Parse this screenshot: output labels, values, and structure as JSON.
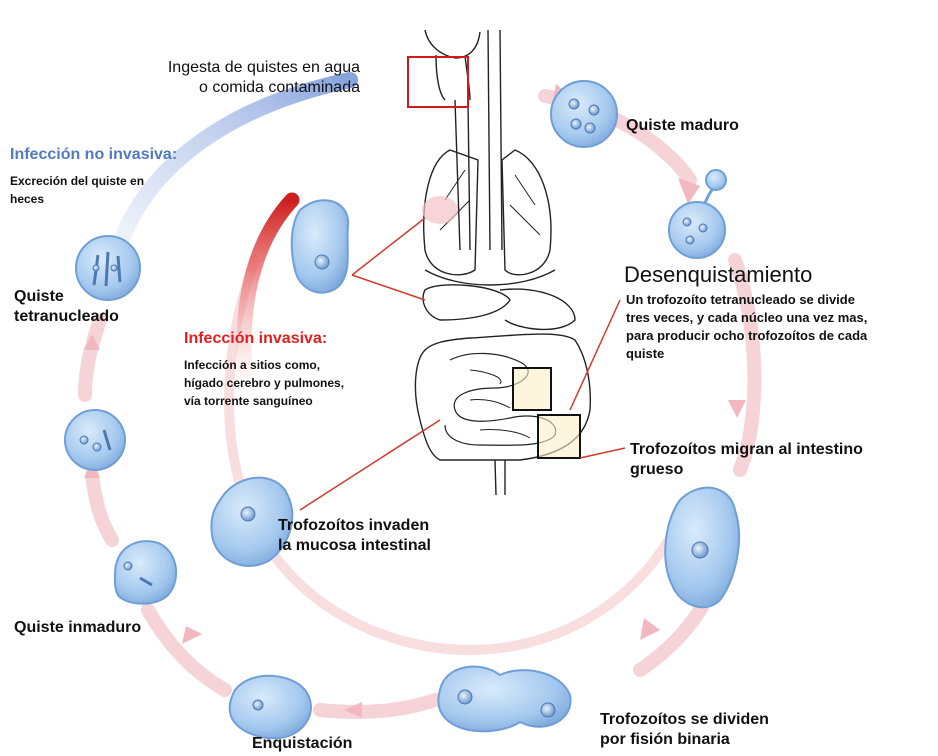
{
  "colors": {
    "cycle_arrow": "#f4c9cd",
    "invasive": "#e02020",
    "non_invasive": "#4f7ac2",
    "cell_fill": "#a9cbee",
    "cell_stroke": "#6f9fd6",
    "organ_stroke": "#222222",
    "highlight_box_red": "#d11a1a",
    "highlight_box_black": "#111111",
    "pointer_line": "#d23a2a"
  },
  "labels": {
    "ingestion": [
      "Ingesta de quistes en agua",
      "o comida contaminada"
    ],
    "mature_cyst": "Quiste maduro",
    "excystation_title": "Desenquistamiento",
    "excystation_desc": [
      "Un trofozoíto tetranucleado se divide",
      "tres veces, y cada núcleo una vez mas,",
      "para producir ocho trofozoítos de cada",
      "quiste"
    ],
    "migrate": [
      "Trofozoítos migran al intestino",
      "grueso"
    ],
    "binary_fission": [
      "Trofozoítos se dividen",
      "por fisión binaria"
    ],
    "encystation": "Enquistación",
    "immature_cyst": "Quiste inmaduro",
    "tetranucleate_cyst": [
      "Quiste",
      "tetranucleado"
    ],
    "non_invasive_title": "Infección no invasiva:",
    "non_invasive_desc": [
      "Excreción del quiste en",
      "heces"
    ],
    "invasive_title": "Infección invasiva:",
    "invasive_desc": [
      "Infección a sitios como,",
      "hígado cerebro y pulmones,",
      "vía torrente sanguíneo"
    ],
    "invade_mucosa": [
      "Trofozoítos invaden",
      "la mucosa intestinal"
    ]
  },
  "icons": [
    "cyst-icon",
    "trophozoite-icon",
    "digestive-system-icon",
    "lungs-icon"
  ]
}
